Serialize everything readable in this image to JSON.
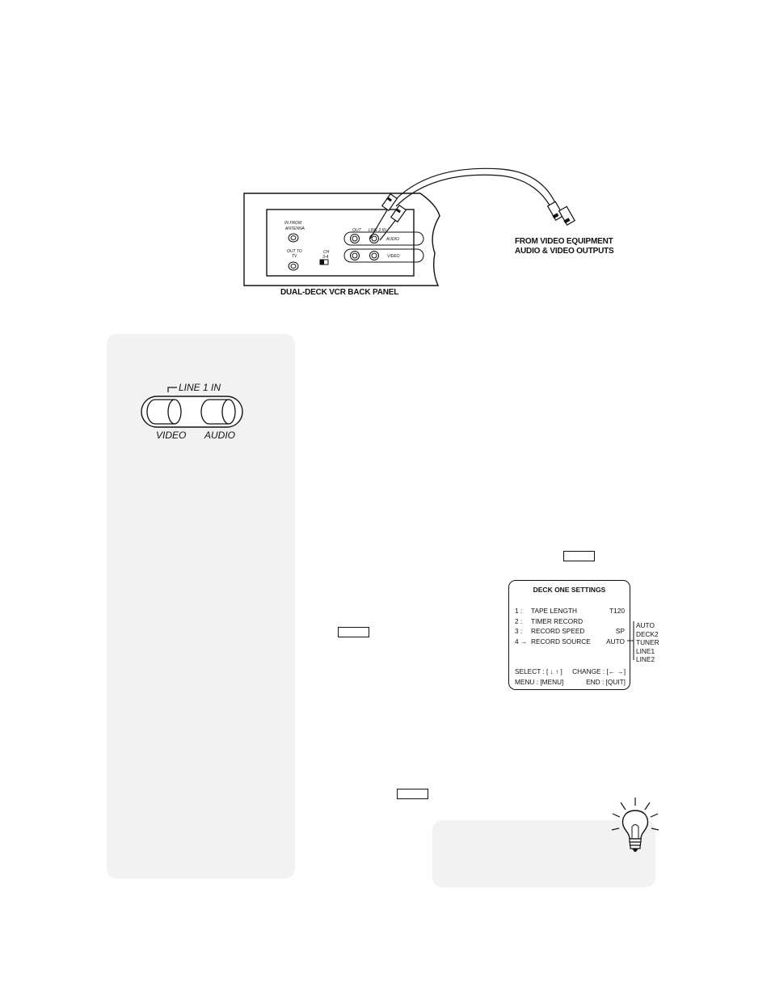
{
  "diagram": {
    "caption_from": "FROM VIDEO EQUIPMENT",
    "caption_outputs": "AUDIO & VIDEO OUTPUTS",
    "panel_caption": "DUAL-DECK VCR BACK PANEL",
    "jack_antenna_1": "IN FROM",
    "jack_antenna_2": "ANTENNA",
    "jack_tv_1": "OUT TO",
    "jack_tv_2": "TV",
    "channel_1": "CH",
    "channel_2": "3-4",
    "out_label": "OUT",
    "line2_label": "LINE 2 IN",
    "audio_label": "AUDIO",
    "video_label": "VIDEO"
  },
  "sidebar": {
    "line1_label": "LINE 1 IN",
    "video_label": "VIDEO",
    "audio_label": "AUDIO"
  },
  "osd": {
    "title": "DECK ONE SETTINGS",
    "rows": [
      {
        "num": "1 :",
        "label": "TAPE LENGTH",
        "value": "T120"
      },
      {
        "num": "2 :",
        "label": "TIMER RECORD",
        "value": ""
      },
      {
        "num": "3 :",
        "label": "RECORD SPEED",
        "value": "SP"
      },
      {
        "num": "4 →",
        "label": "RECORD SOURCE",
        "value": "AUTO"
      }
    ],
    "select_hint": "SELECT : [ ↓ ↑ ]",
    "change_hint": "CHANGE : [← →]",
    "menu_hint": "MENU : [MENU]",
    "end_hint": "END : [QUIT]",
    "source_options": [
      "AUTO",
      "DECK2",
      "TUNER",
      "LINE1",
      "LINE2"
    ]
  }
}
